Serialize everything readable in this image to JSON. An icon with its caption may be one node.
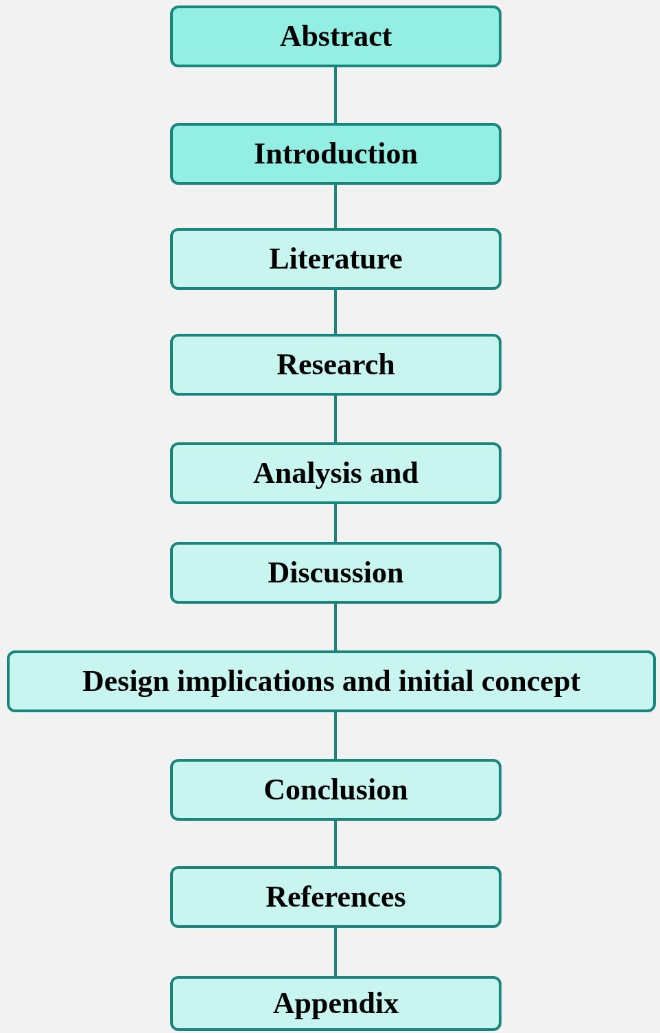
{
  "diagram": {
    "nodes": [
      {
        "text": [
          "Abstract"
        ]
      },
      {
        "text": [
          "Introduction"
        ]
      },
      {
        "text": [
          "Literature"
        ]
      },
      {
        "text": [
          "Research"
        ]
      },
      {
        "text": [
          "Analysis and"
        ]
      },
      {
        "text": [
          "Discussion"
        ]
      },
      {
        "text": [
          "Design implications and initial concept"
        ]
      },
      {
        "text": [
          "Conclusion"
        ]
      },
      {
        "text": [
          "References"
        ]
      },
      {
        "text": [
          "Appendix"
        ]
      }
    ],
    "edges": [
      {
        "from": 0,
        "to": 1,
        "arrow": "none"
      },
      {
        "from": 1,
        "to": 2,
        "arrow": "none"
      },
      {
        "from": 2,
        "to": 3,
        "arrow": "none"
      },
      {
        "from": 3,
        "to": 4,
        "arrow": "none"
      },
      {
        "from": 4,
        "to": 5,
        "arrow": "none"
      },
      {
        "from": 5,
        "to": 6,
        "arrow": "none"
      },
      {
        "from": 6,
        "to": 7,
        "arrow": "none"
      },
      {
        "from": 7,
        "to": 8,
        "arrow": "none"
      },
      {
        "from": 8,
        "to": 9,
        "arrow": "none"
      }
    ]
  }
}
